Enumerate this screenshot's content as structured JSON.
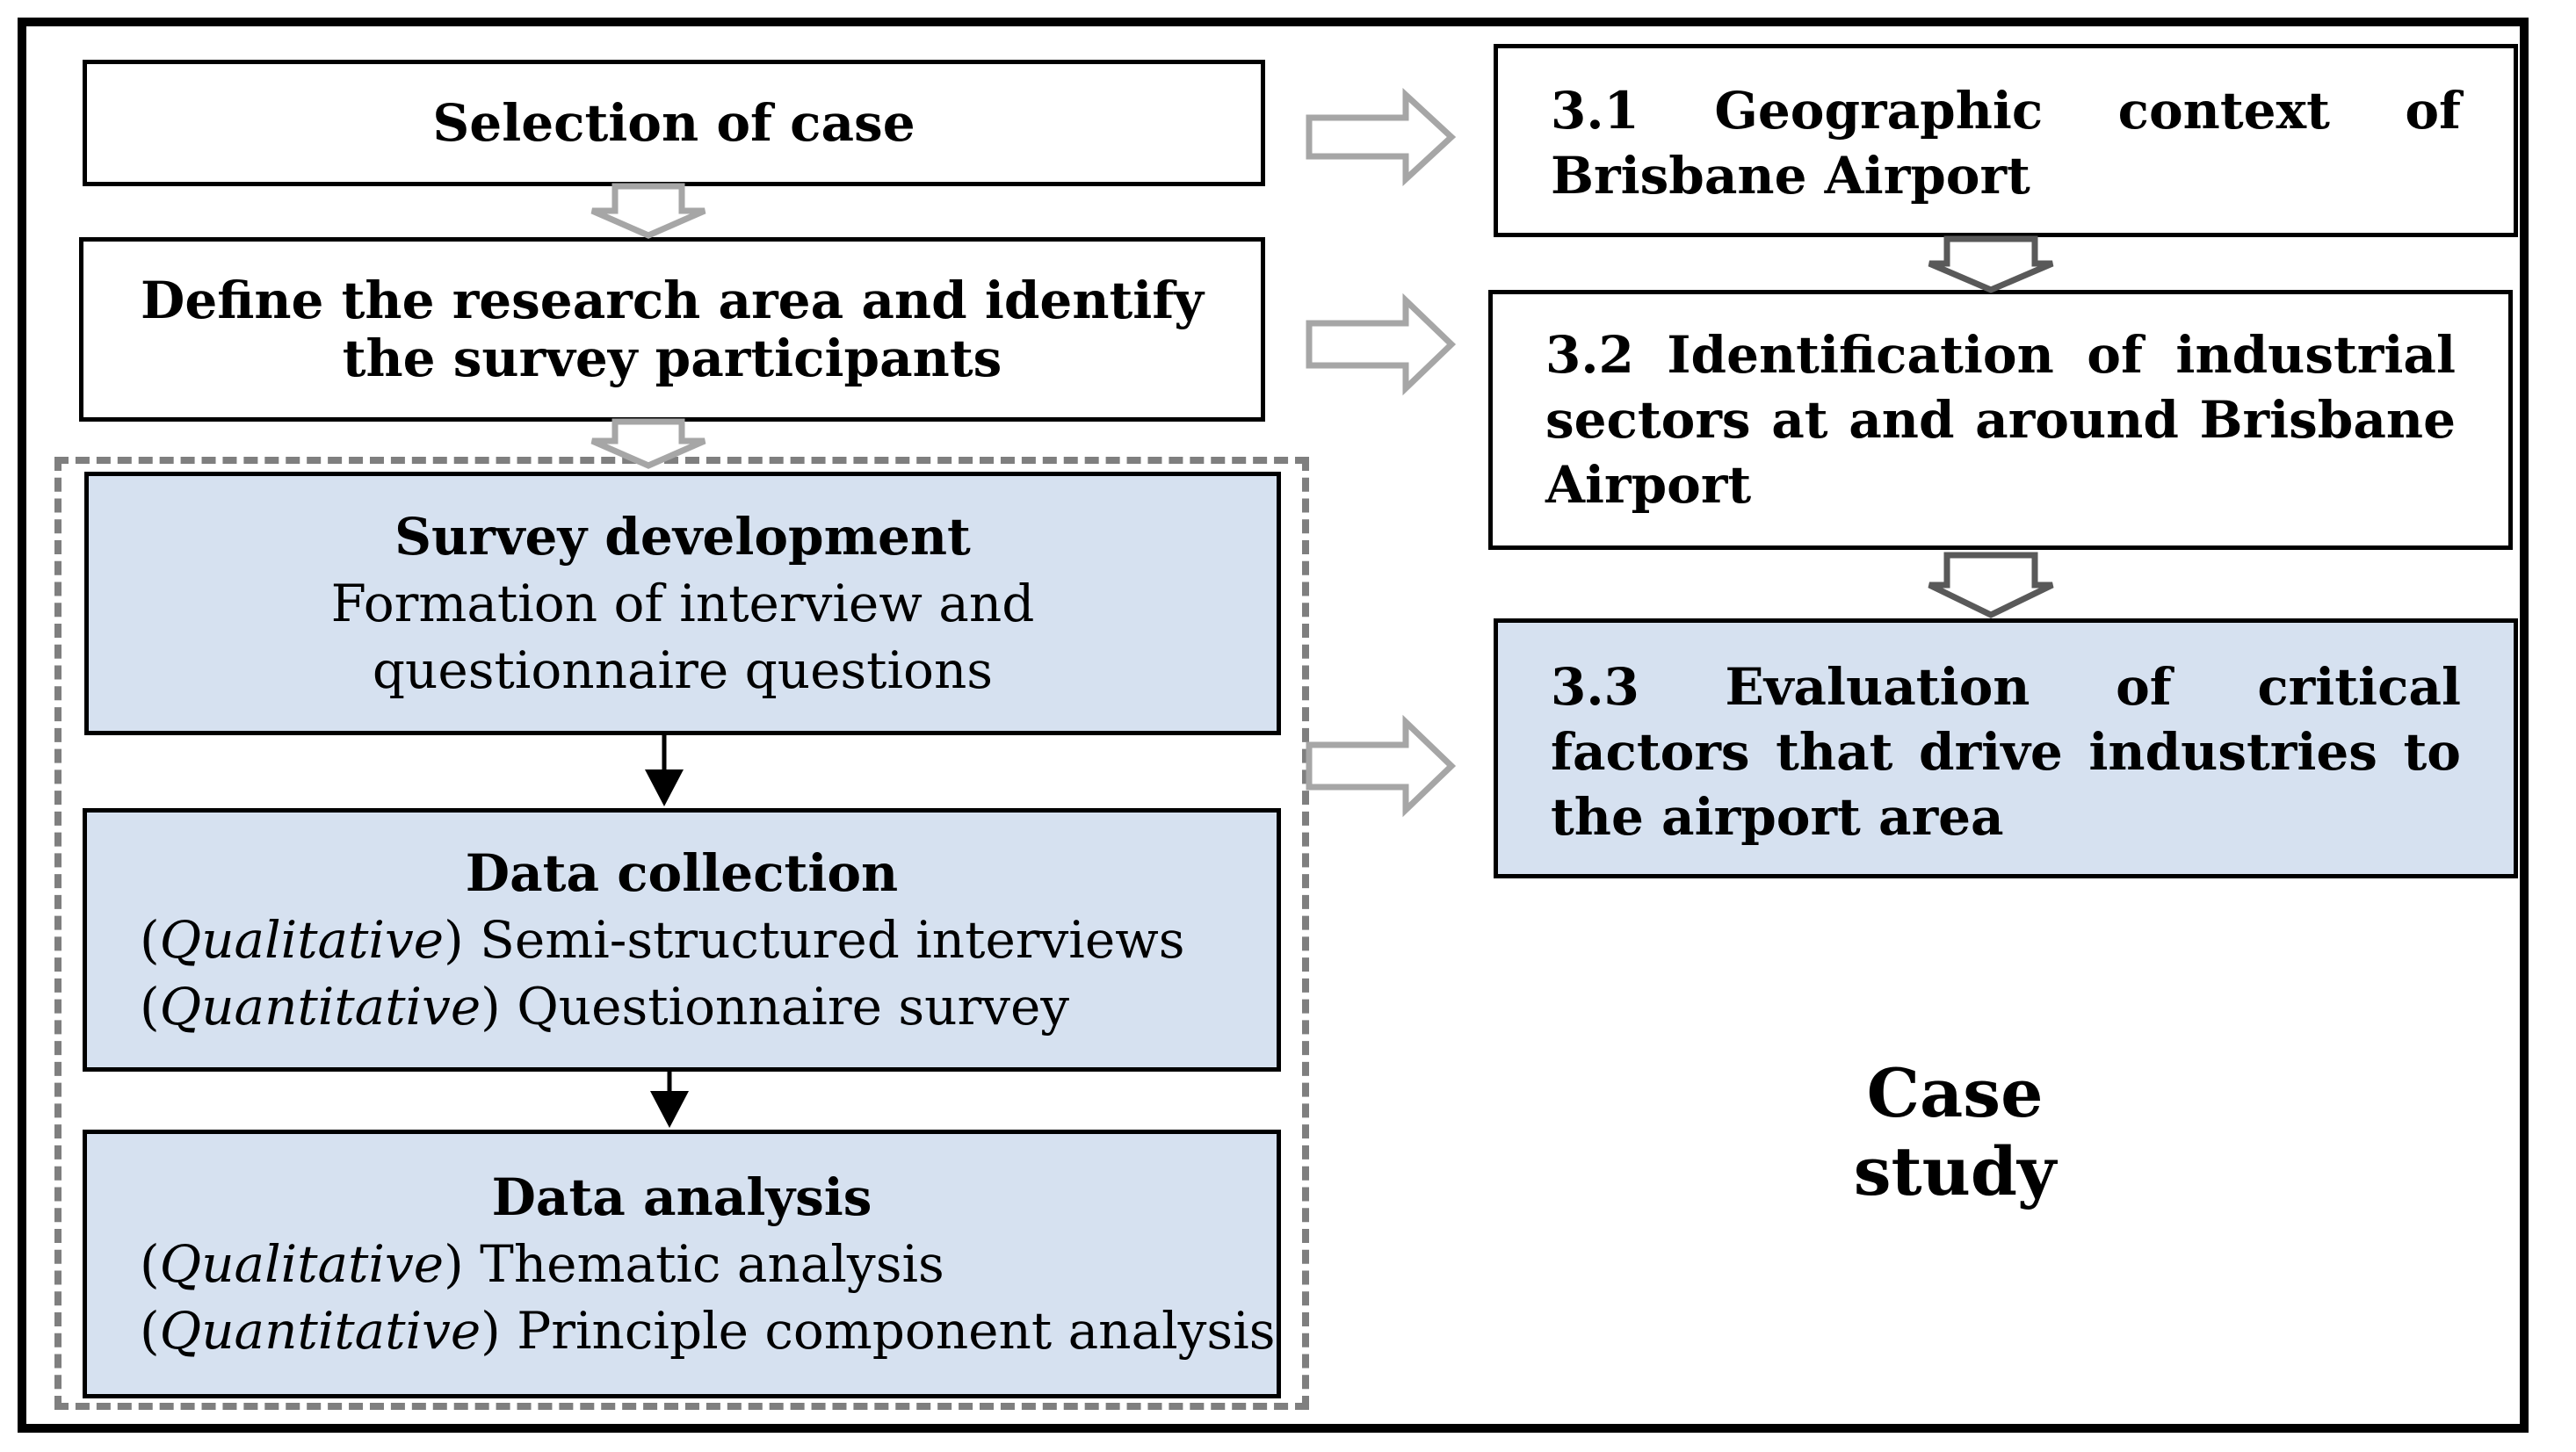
{
  "left_steps": {
    "selection": "Selection of case",
    "define": [
      "Define the research area and identify",
      "the survey participants"
    ],
    "survey": {
      "title": "Survey development",
      "lines": [
        "Formation of interview and",
        "questionnaire questions"
      ]
    },
    "collection": {
      "title": "Data collection",
      "lines": [
        {
          "tag": "Qualitative",
          "text": " Semi-structured interviews"
        },
        {
          "tag": "Quantitative",
          "text": " Questionnaire survey"
        }
      ]
    },
    "analysis": {
      "title": "Data analysis",
      "lines": [
        {
          "tag": "Qualitative",
          "text": " Thematic analysis"
        },
        {
          "tag": "Quantitative",
          "text": " Principle component analysis"
        }
      ]
    }
  },
  "right_steps": {
    "s31": "3.1 Geographic context of Brisbane Airport",
    "s32": "3.2 Identification of industrial sectors at and around Brisbane Airport",
    "s33": "3.3 Evaluation of critical factors that drive industries to the airport area"
  },
  "case_study_label": "Case study",
  "colors": {
    "blue_box": "#d6e1f0",
    "hollow_arrow": "#a6a6a6",
    "dark_hollow_arrow": "#595959",
    "dashed_border": "#7f7f7f"
  }
}
